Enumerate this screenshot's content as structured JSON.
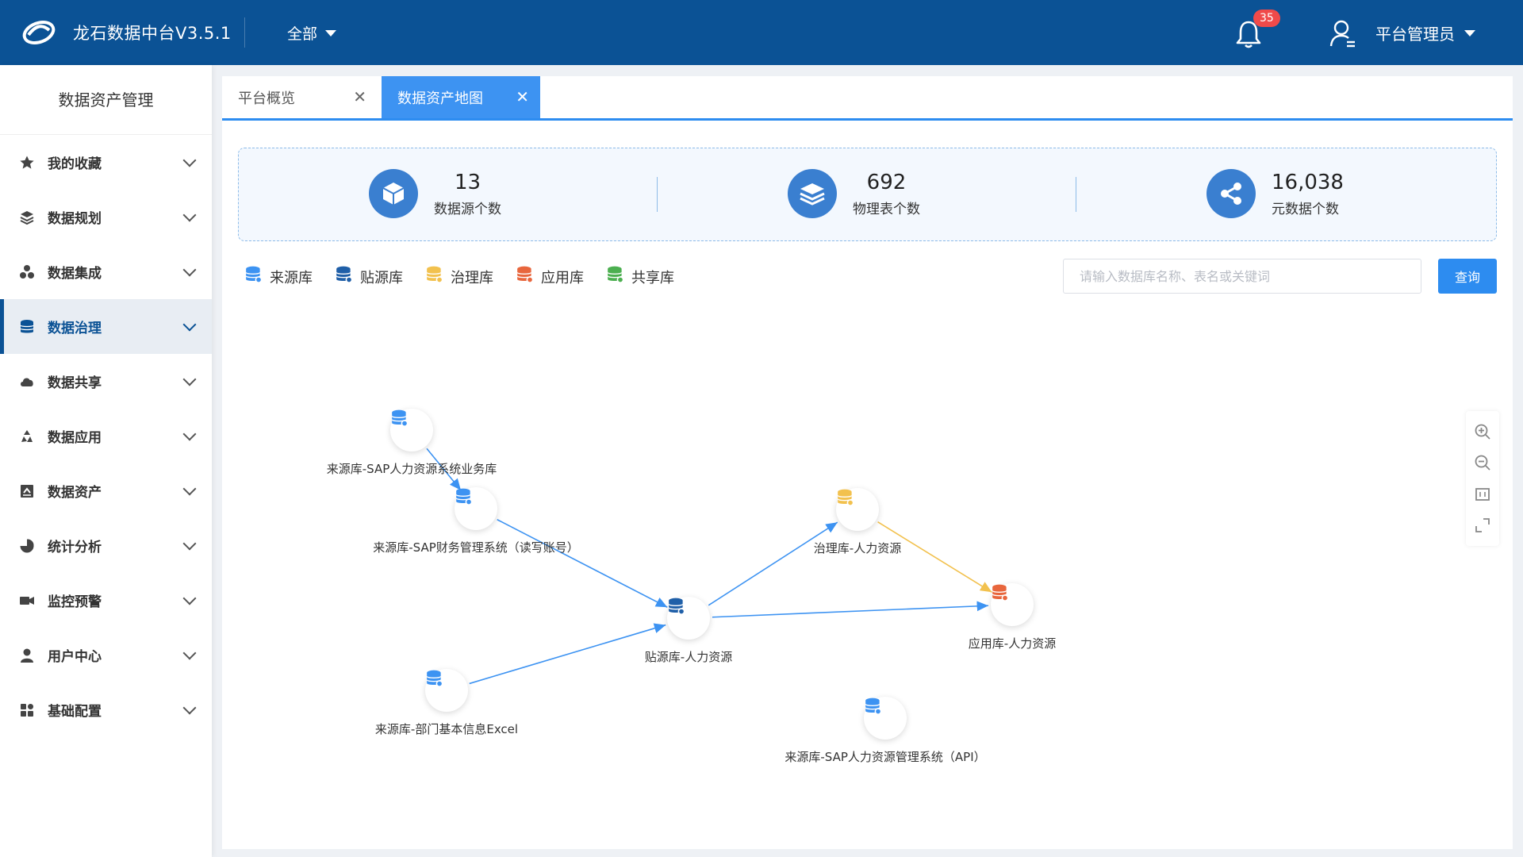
{
  "header": {
    "app_title": "龙石数据中台V3.5.1",
    "scope": "全部",
    "notification_count": "35",
    "user_name": "平台管理员"
  },
  "sidebar": {
    "title": "数据资产管理",
    "items": [
      {
        "label": "我的收藏",
        "icon": "star-icon"
      },
      {
        "label": "数据规划",
        "icon": "layers-icon"
      },
      {
        "label": "数据集成",
        "icon": "integration-icon"
      },
      {
        "label": "数据治理",
        "icon": "database-icon",
        "active": true
      },
      {
        "label": "数据共享",
        "icon": "cloud-icon"
      },
      {
        "label": "数据应用",
        "icon": "recycle-icon"
      },
      {
        "label": "数据资产",
        "icon": "asset-icon"
      },
      {
        "label": "统计分析",
        "icon": "pie-icon"
      },
      {
        "label": "监控预警",
        "icon": "camera-icon"
      },
      {
        "label": "用户中心",
        "icon": "user-icon"
      },
      {
        "label": "基础配置",
        "icon": "grid-icon"
      }
    ]
  },
  "tabs": [
    {
      "label": "平台概览",
      "active": false
    },
    {
      "label": "数据资产地图",
      "active": true
    }
  ],
  "stats": [
    {
      "value": "13",
      "label": "数据源个数"
    },
    {
      "value": "692",
      "label": "物理表个数"
    },
    {
      "value": "16,038",
      "label": "元数据个数"
    }
  ],
  "legend": [
    {
      "label": "来源库",
      "color": "#3d93f2"
    },
    {
      "label": "贴源库",
      "color": "#1f5fa8"
    },
    {
      "label": "治理库",
      "color": "#f2c14e"
    },
    {
      "label": "应用库",
      "color": "#e8663d"
    },
    {
      "label": "共享库",
      "color": "#4caf50"
    }
  ],
  "search": {
    "placeholder": "请输入数据库名称、表名或关键词",
    "button_label": "查询"
  },
  "graph": {
    "nodes": [
      {
        "label": "来源库-SAP人力资源系统业务库",
        "kind": "source"
      },
      {
        "label": "来源库-SAP财务管理系统（读写账号）",
        "kind": "source"
      },
      {
        "label": "贴源库-人力资源",
        "kind": "paste"
      },
      {
        "label": "治理库-人力资源",
        "kind": "govern"
      },
      {
        "label": "应用库-人力资源",
        "kind": "app"
      },
      {
        "label": "来源库-部门基本信息Excel",
        "kind": "source"
      },
      {
        "label": "来源库-SAP人力资源管理系统（API）",
        "kind": "source"
      }
    ],
    "edges": [
      {
        "from": 0,
        "to": 1,
        "color": "#3d93f2"
      },
      {
        "from": 1,
        "to": 2,
        "color": "#3d93f2"
      },
      {
        "from": 5,
        "to": 2,
        "color": "#3d93f2"
      },
      {
        "from": 2,
        "to": 3,
        "color": "#3d93f2"
      },
      {
        "from": 2,
        "to": 4,
        "color": "#3d93f2"
      },
      {
        "from": 3,
        "to": 4,
        "color": "#f2c14e"
      }
    ]
  },
  "zoom_controls": [
    "zoom-in-icon",
    "zoom-out-icon",
    "fit-icon",
    "fullscreen-icon"
  ]
}
